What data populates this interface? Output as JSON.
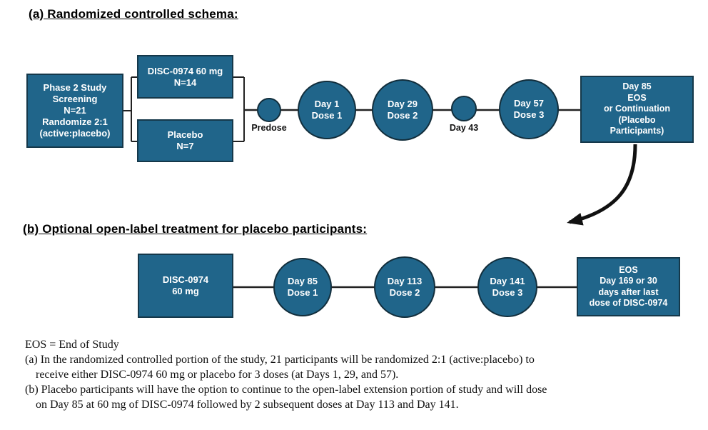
{
  "colors": {
    "node_fill": "#20658A",
    "node_border": "#15384A",
    "node_text": "#ffffff",
    "connector": "#222222",
    "arrow": "#111111"
  },
  "a": {
    "title": "(a) Randomized controlled schema:",
    "screening": [
      "Phase 2 Study",
      "Screening",
      "N=21",
      "Randomize 2:1",
      "(active:placebo)"
    ],
    "arm_active": [
      "DISC-0974 60 mg",
      "N=14"
    ],
    "arm_placebo": [
      "Placebo",
      "N=7"
    ],
    "predose_label": "Predose",
    "dose1": [
      "Day 1",
      "Dose 1"
    ],
    "dose2": [
      "Day 29",
      "Dose 2"
    ],
    "day43_label": "Day 43",
    "dose3": [
      "Day 57",
      "Dose 3"
    ],
    "end_box": [
      "Day 85",
      "EOS",
      "or Continuation",
      "(Placebo",
      "Participants)"
    ]
  },
  "b": {
    "title": "(b) Optional open-label treatment for placebo participants:",
    "start_box": [
      "DISC-0974",
      "60 mg"
    ],
    "dose1": [
      "Day 85",
      "Dose 1"
    ],
    "dose2": [
      "Day 113",
      "Dose 2"
    ],
    "dose3": [
      "Day 141",
      "Dose 3"
    ],
    "end_box": [
      "EOS",
      "Day 169 or 30",
      "days after last",
      "dose of DISC-0974"
    ]
  },
  "notes": [
    "EOS = End of Study",
    "(a) In the randomized controlled portion of the study, 21 participants will be randomized 2:1 (active:placebo) to",
    "receive either DISC-0974 60 mg or placebo for 3 doses (at Days 1, 29, and 57).",
    "(b) Placebo participants will have the option to continue to the open-label extension portion of study and will dose",
    "on Day 85 at 60 mg of DISC-0974 followed by 2 subsequent doses at Day 113 and Day 141."
  ]
}
